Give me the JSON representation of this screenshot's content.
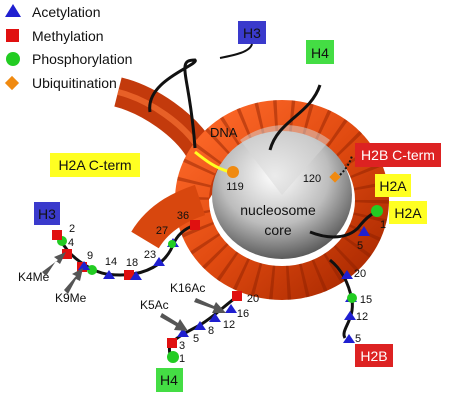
{
  "legend": [
    {
      "label": "Acetylation",
      "shape": "triangle",
      "color": "#1f1fd0"
    },
    {
      "label": "Methylation",
      "shape": "square",
      "color": "#e01010"
    },
    {
      "label": "Phosphorylation",
      "shape": "circle",
      "color": "#22cc22"
    },
    {
      "label": "Ubiquitination",
      "shape": "diamond",
      "color": "#f08a10"
    }
  ],
  "boxes": {
    "h3_top": "H3",
    "h4_top": "H4",
    "h2a_cterm": "H2A C-term",
    "h2b_cterm": "H2B C-term",
    "h2a_right_upper": "H2A",
    "h2a_right": "H2A",
    "h3_left": "H3",
    "h4_bottom": "H4",
    "h2b_bottom": "H2B"
  },
  "box_colors": {
    "h3": "#3a3acc",
    "h4": "#44dd44",
    "h2a": "#ffff22",
    "h2b": "#dd2222"
  },
  "labels": {
    "dna": "DNA",
    "core": "nucleosome\ncore",
    "k4me": "K4Me",
    "k9me": "K9Me",
    "k16ac": "K16Ac",
    "k5ac": "K5Ac"
  },
  "residues": {
    "h3": [
      "2",
      "4",
      "9",
      "14",
      "18",
      "23",
      "27",
      "36"
    ],
    "h4": [
      "1",
      "3",
      "5",
      "8",
      "12",
      "16",
      "20"
    ],
    "h2b": [
      "5",
      "12",
      "15",
      "20"
    ],
    "h2a_n": [
      "1",
      "5"
    ],
    "h2a_c": [
      "119"
    ],
    "h2b_c": [
      "120"
    ]
  }
}
